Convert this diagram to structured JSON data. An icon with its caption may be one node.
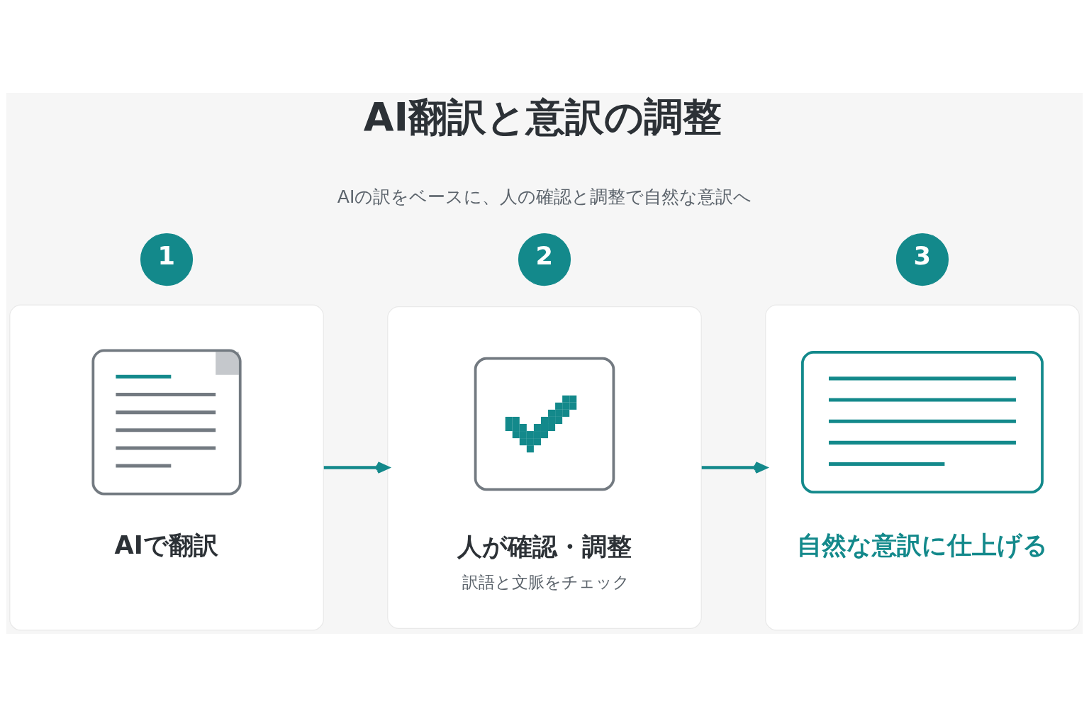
{
  "diagram": {
    "title": "AI翻訳と意訳の調整",
    "nodes": [
      {
        "text": [
          "1"
        ]
      },
      {
        "text": [
          "AIで翻訳"
        ]
      },
      {
        "text": [
          "2"
        ]
      },
      {
        "text": [
          "人が確認・調整",
          "訳語と文脈をチェック"
        ]
      },
      {
        "text": [
          "3"
        ]
      },
      {
        "text": [
          "自然な意訳に仕上げる"
        ]
      }
    ],
    "edges": [
      {
        "from": 1,
        "to": 3,
        "arrow": "to"
      },
      {
        "from": 3,
        "to": 5,
        "arrow": "to"
      }
    ],
    "labels": [
      "AIの訳をベースに、人の確認と調整で自然な意訳へ"
    ]
  }
}
